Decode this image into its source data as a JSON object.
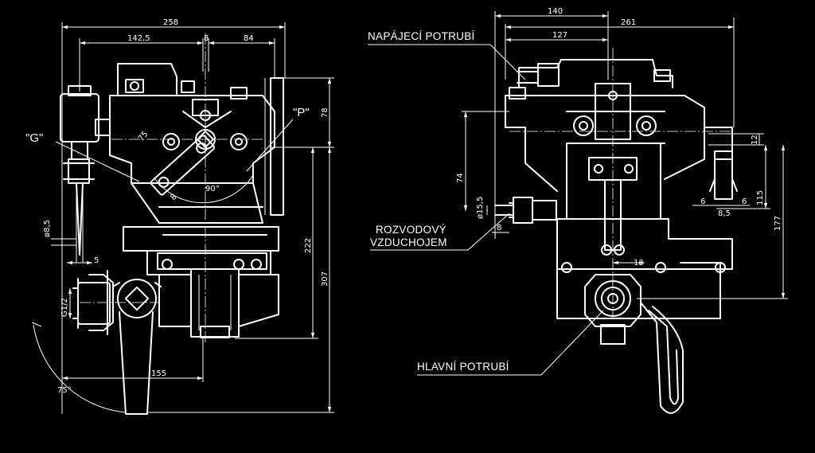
{
  "left_view": {
    "dimensions": {
      "overall_width": "258",
      "left_width": "142,5",
      "center_offset": "8",
      "right_width": "84",
      "upper_height": "78",
      "body_height": "222",
      "total_height": "307",
      "handle_reach": "155",
      "nozzle_diameter": "ø8,5",
      "nozzle_gap": "5",
      "thread": "G1/2",
      "bracket_angle_offset": "75",
      "bracket_small": "8"
    },
    "angles": {
      "rotation": "90°",
      "handle_swing": "75°"
    },
    "labels": {
      "port_g": "\"G\"",
      "port_p": "\"P\""
    }
  },
  "right_view": {
    "dimensions": {
      "offset_140": "140",
      "overall_261": "261",
      "inner_127": "127",
      "side_74": "74",
      "bore": "ø15,5",
      "small_8": "8",
      "hole_13": "13",
      "top_12": "12",
      "mid_115": "115",
      "tall_177": "177",
      "spacing_a": "6",
      "spacing_b": "6",
      "spacing_mid": "8,5"
    },
    "labels": {
      "supply_pipe": "NAPÁJECÍ POTRUBÍ",
      "distribution_line1": "ROZVODOVÝ",
      "distribution_line2": "VZDUCHOJEM",
      "main_pipe": "HLAVNÍ POTRUBÍ"
    }
  }
}
